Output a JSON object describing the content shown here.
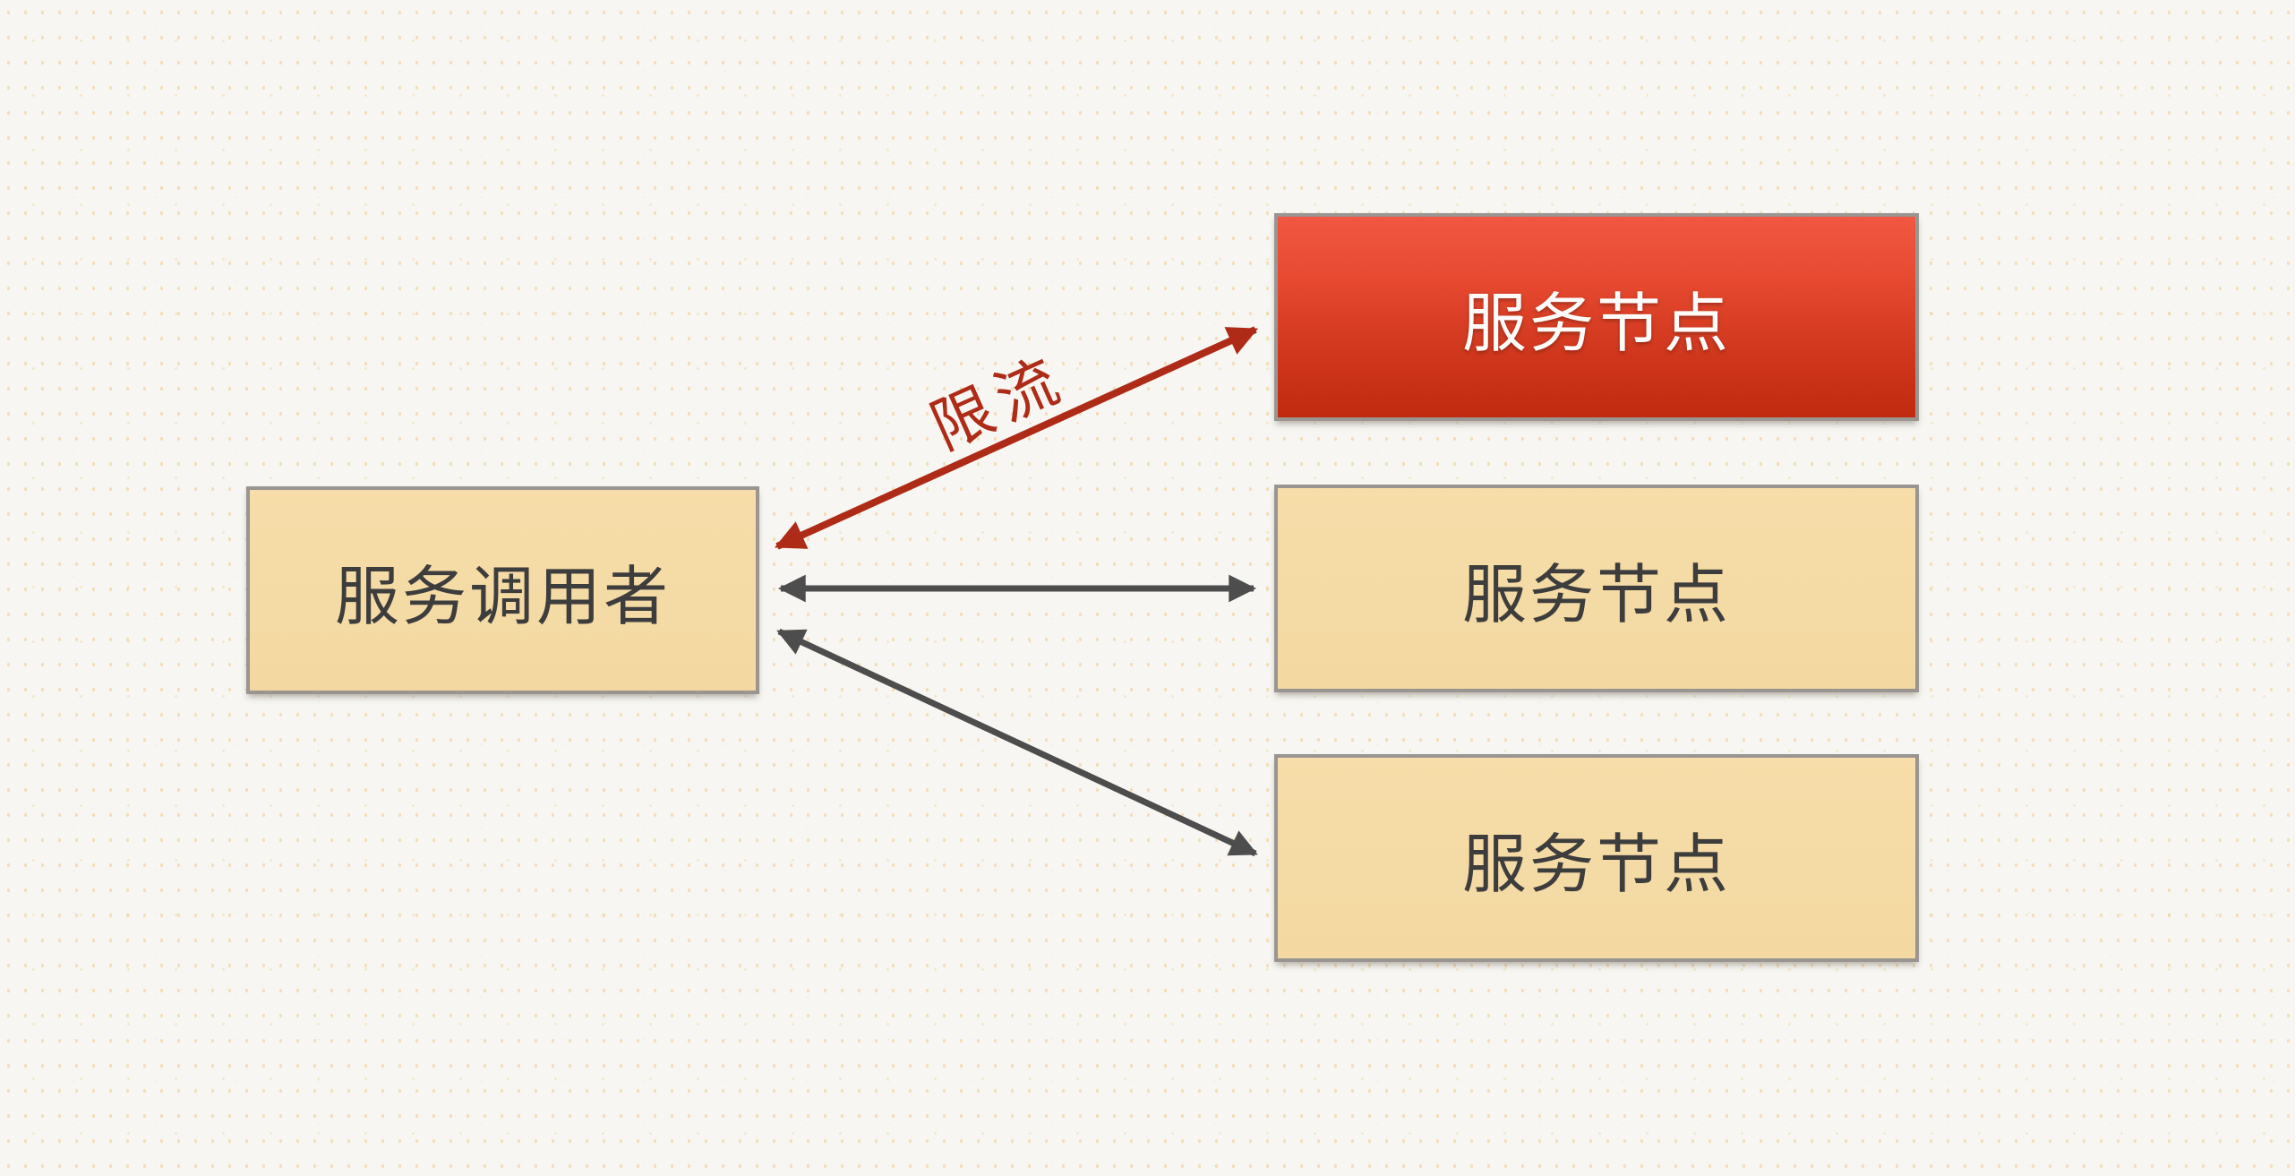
{
  "caller": {
    "label": "服务调用者"
  },
  "nodes": [
    {
      "label": "服务节点",
      "state": "throttled"
    },
    {
      "label": "服务节点",
      "state": "normal"
    },
    {
      "label": "服务节点",
      "state": "normal"
    }
  ],
  "edges": [
    {
      "label": "限流",
      "from": "caller",
      "to": "node-1",
      "color": "#ae2b17",
      "double_headed": true
    },
    {
      "label": "",
      "from": "caller",
      "to": "node-2",
      "color": "#4d4d4d",
      "double_headed": true
    },
    {
      "label": "",
      "from": "caller",
      "to": "node-3",
      "color": "#4d4d4d",
      "double_headed": true
    }
  ],
  "colors": {
    "background": "#f7f6f2",
    "node_fill": "#f4d9a4",
    "node_border": "#9a9591",
    "text_dark": "#3d3d3d",
    "throttle_red": "#ae2b17",
    "arrow_gray": "#4d4d4d",
    "red_gradient_top": "#f15742",
    "red_gradient_bottom": "#c22a10"
  }
}
